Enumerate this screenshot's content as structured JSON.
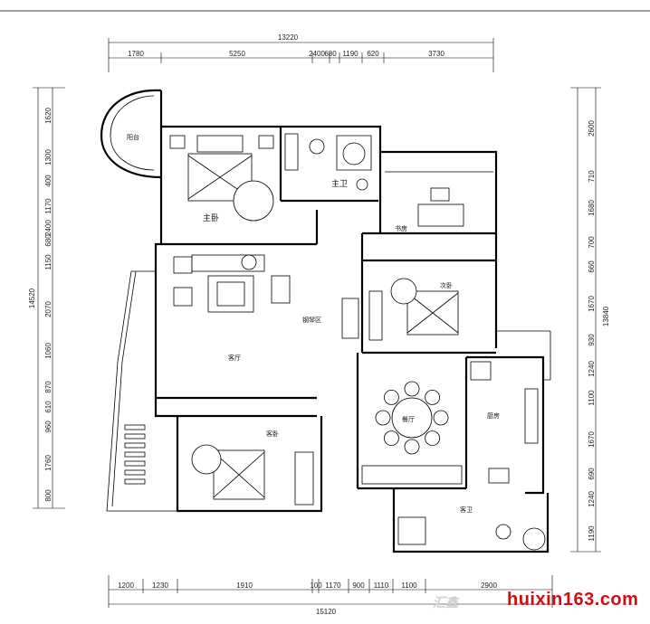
{
  "dimensions": {
    "top": {
      "total": "13220",
      "segments": [
        "1780",
        "5250",
        "2400",
        "680",
        "1190",
        "620",
        "3730"
      ]
    },
    "bottom": {
      "total": "15120",
      "segments": [
        "1200",
        "1230",
        "1910",
        "100",
        "1170",
        "900",
        "1110",
        "1100",
        "2900"
      ]
    },
    "left": {
      "total": "14520",
      "segments": [
        "1620",
        "1300",
        "400",
        "1170",
        "2400",
        "680",
        "1150",
        "2070",
        "1060",
        "870",
        "610",
        "960",
        "1760",
        "800"
      ]
    },
    "right": {
      "total": "13840",
      "segments": [
        "2600",
        "710",
        "1680",
        "700",
        "660",
        "1670",
        "930",
        "1240",
        "1100",
        "1670",
        "690",
        "1240",
        "1190"
      ]
    }
  },
  "rooms": {
    "balcony": "阳台",
    "master_bedroom": "主卧",
    "master_bath": "主卫",
    "study": "书房",
    "second_bedroom": "次卧",
    "living_room": "客厅",
    "piano_area": "钢琴区",
    "dining": "餐厅",
    "kitchen": "厨房",
    "guest_bedroom": "客卧",
    "guest_bath": "客卫"
  },
  "watermark": {
    "brand": "huixin163.com",
    "ghost": "汇鑫"
  }
}
